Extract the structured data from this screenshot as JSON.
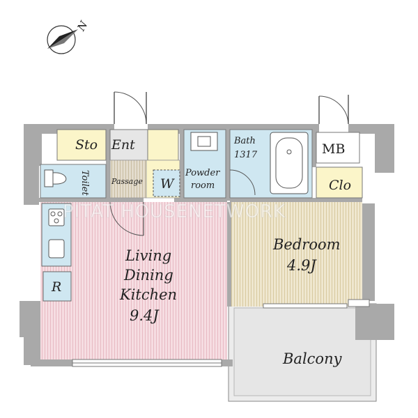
{
  "compass": {
    "north_label": "N"
  },
  "watermark": "PITAT HOUSENETWORK",
  "rooms": {
    "storage": "Sto",
    "entrance": "Ent",
    "toilet": "Toilet",
    "passage": "Passage",
    "washer": "W",
    "powder_room_line1": "Powder",
    "powder_room_line2": "room",
    "bath_line1": "Bath",
    "bath_line2": "1317",
    "meter_box": "MB",
    "closet": "Clo",
    "refrigerator": "R",
    "ldk_line1": "Living",
    "ldk_line2": "Dining",
    "ldk_line3": "Kitchen",
    "ldk_size": "9.4J",
    "bedroom": "Bedroom",
    "bedroom_size": "4.9J",
    "balcony": "Balcony"
  },
  "colors": {
    "wall": "#a9a9a9",
    "ldk_floor": "#f6dde2",
    "bedroom_floor": "#efe7cf",
    "wet_area": "#cfe7f1",
    "storage": "#fbf5c9",
    "entrance_floor": "#e6e6e6",
    "balcony": "#ececec"
  }
}
